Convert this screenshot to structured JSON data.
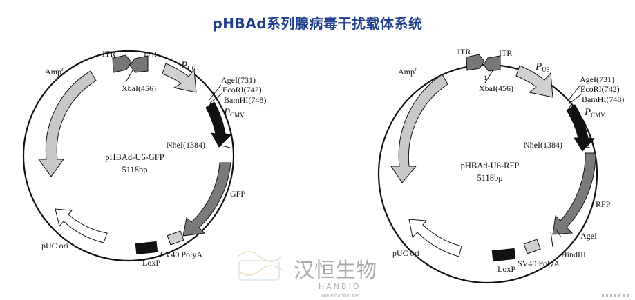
{
  "title": "pHBAd系列腺病毒干扰载体系统",
  "maps": [
    {
      "name": "pHBAd-U6-GFP",
      "size": "5118bp",
      "labels": {
        "itr_left": "ITR",
        "itr_right": "ITR",
        "itr_num": "1",
        "amp": "Amp",
        "amp_sup": "r",
        "xbal": "XbaI(456)",
        "pu6": "P",
        "pu6_sub": "U6",
        "agei": "AgeI(731)",
        "ecori": "EcoRI(742)",
        "bamhi": "BamHI(748)",
        "pcmv": "P",
        "pcmv_sub": "CMV",
        "nhei": "NheI(1384)",
        "gene": "GFP",
        "sv40": "SV40 PolyA",
        "loxp": "LoxP",
        "puc": "pUC ori"
      }
    },
    {
      "name": "pHBAd-U6-RFP",
      "size": "5118bp",
      "labels": {
        "itr_left": "ITR",
        "itr_right": "ITR",
        "itr_num": "1",
        "amp": "Amp",
        "amp_sup": "r",
        "xbal": "XbaI(456)",
        "pu6": "P",
        "pu6_sub": "U6",
        "agei": "AgeI(731)",
        "ecori": "EcoRI(742)",
        "bamhi": "BamHI(748)",
        "pcmv": "P",
        "pcmv_sub": "CMV",
        "nhei": "NheI(1384)",
        "gene": "RFP",
        "agei2": "AgeI",
        "hindiii": "HindIII",
        "sv40": "SV40 PolyA",
        "loxp": "LoxP",
        "puc": "pUC ori"
      }
    }
  ],
  "watermark": {
    "brand": "汉恒生物",
    "latin": "HANBIO",
    "url": "www.hanbio.net"
  },
  "colors": {
    "title": "#1f3e8c",
    "amp": "#c8c8c8",
    "pu6": "#d0d0d0",
    "cmv": "#111111",
    "gene": "#7a7a7a",
    "puc": "#ffffff",
    "loxp": "#111111"
  }
}
